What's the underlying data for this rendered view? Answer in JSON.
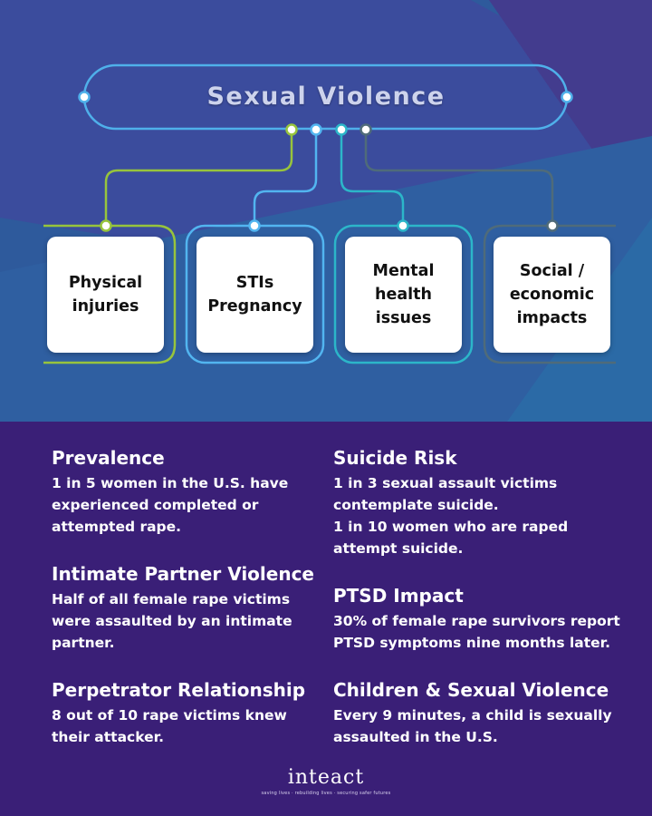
{
  "colors": {
    "top_background": "#2e5a9c",
    "bottom_background": "#3a1f77",
    "title_frame": "#4fb0ea",
    "green": "#97c43c",
    "light_blue": "#52b5f0",
    "cyan": "#2cb6c9",
    "gray": "#4f6b7a",
    "box": "#ffffff"
  },
  "diagram": {
    "title": "Sexual Violence",
    "boxes": [
      {
        "id": "physical",
        "label": "Physical\ninjuries",
        "color": "green"
      },
      {
        "id": "stis",
        "label": "STIs\nPregnancy",
        "color": "light_blue"
      },
      {
        "id": "mental",
        "label": "Mental\nhealth\nissues",
        "color": "cyan"
      },
      {
        "id": "social",
        "label": "Social /\neconomic\nimpacts",
        "color": "gray"
      }
    ]
  },
  "facts": {
    "prevalence": {
      "heading": "Prevalence",
      "text": "1 in 5 women in the U.S. have\nexperienced completed or\nattempted rape."
    },
    "ipv": {
      "heading": "Intimate Partner Violence",
      "text": "Half of all female rape victims\nwere assaulted by an intimate\npartner."
    },
    "perpetrator": {
      "heading": "Perpetrator Relationship",
      "text": "8 out of 10 rape victims knew\ntheir attacker."
    },
    "suicide": {
      "heading": "Suicide Risk",
      "text": "1 in 3 sexual assault victims\ncontemplate suicide.\n1 in 10 women who are raped\nattempt suicide."
    },
    "ptsd": {
      "heading": "PTSD Impact",
      "text": "30% of female rape survivors report\nPTSD symptoms nine months later."
    },
    "children": {
      "heading": "Children & Sexual Violence",
      "text": "Every 9 minutes, a child is sexually\nassaulted in the U.S."
    }
  },
  "logo": {
    "wordmark": "inteact",
    "tagline": "saving lives · rebuilding lives · securing safer futures"
  }
}
